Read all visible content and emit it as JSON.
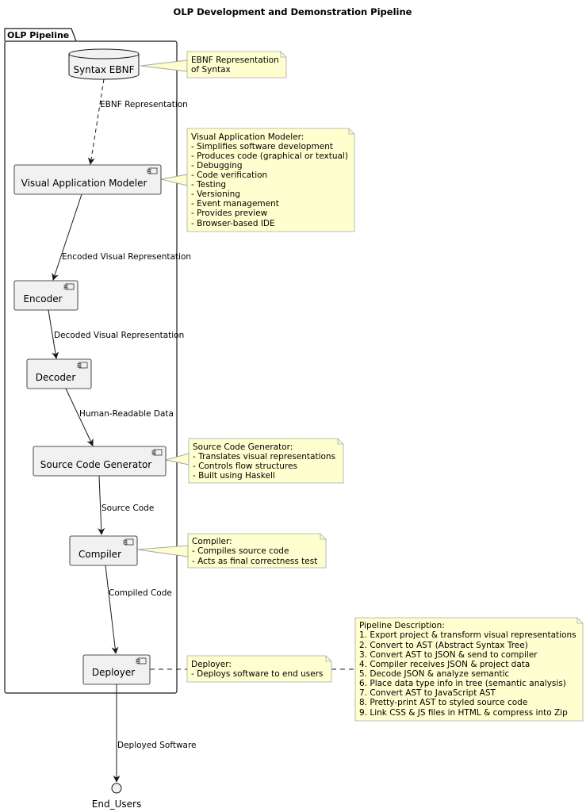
{
  "title": "OLP Development and Demonstration Pipeline",
  "package": {
    "label": "OLP Pipeline"
  },
  "nodes": {
    "syntax": "Syntax EBNF",
    "modeler": "Visual Application Modeler",
    "encoder": "Encoder",
    "decoder": "Decoder",
    "generator": "Source Code Generator",
    "compiler": "Compiler",
    "deployer": "Deployer",
    "end_users": "End_Users"
  },
  "edges": {
    "e1": "EBNF Representation",
    "e2": "Encoded Visual Representation",
    "e3": "Decoded Visual Representation",
    "e4": "Human-Readable Data",
    "e5": "Source Code",
    "e6": "Compiled Code",
    "e7": "Deployed Software"
  },
  "notes": {
    "syntax": [
      "EBNF Representation",
      "of Syntax"
    ],
    "modeler": [
      "Visual Application Modeler:",
      "- Simplifies software development",
      "- Produces code (graphical or textual)",
      "- Debugging",
      "- Code verification",
      "- Testing",
      "- Versioning",
      "- Event management",
      "- Provides preview",
      "- Browser-based IDE"
    ],
    "generator": [
      "Source Code Generator:",
      "- Translates visual representations",
      "- Controls flow structures",
      "- Built using Haskell"
    ],
    "compiler": [
      "Compiler:",
      "- Compiles source code",
      "- Acts as final correctness test"
    ],
    "deployer": [
      "Deployer:",
      "- Deploys software to end users"
    ],
    "pipeline": [
      "Pipeline Description:",
      "1. Export project & transform visual representations",
      "2. Convert to AST (Abstract Syntax Tree)",
      "3. Convert AST to JSON & send to compiler",
      "4. Compiler receives JSON & project data",
      "5. Decode JSON & analyze semantic",
      "6. Place data type info in tree (semantic analysis)",
      "7. Convert AST to JavaScript AST",
      "8. Pretty-print AST to styled source code",
      "9. Link CSS & JS files in HTML & compress into Zip"
    ]
  },
  "colors": {
    "note_fill": "#fefece",
    "node_fill": "#f1f1f1",
    "stroke": "#181818",
    "note_stroke": "#a8a8a8"
  }
}
